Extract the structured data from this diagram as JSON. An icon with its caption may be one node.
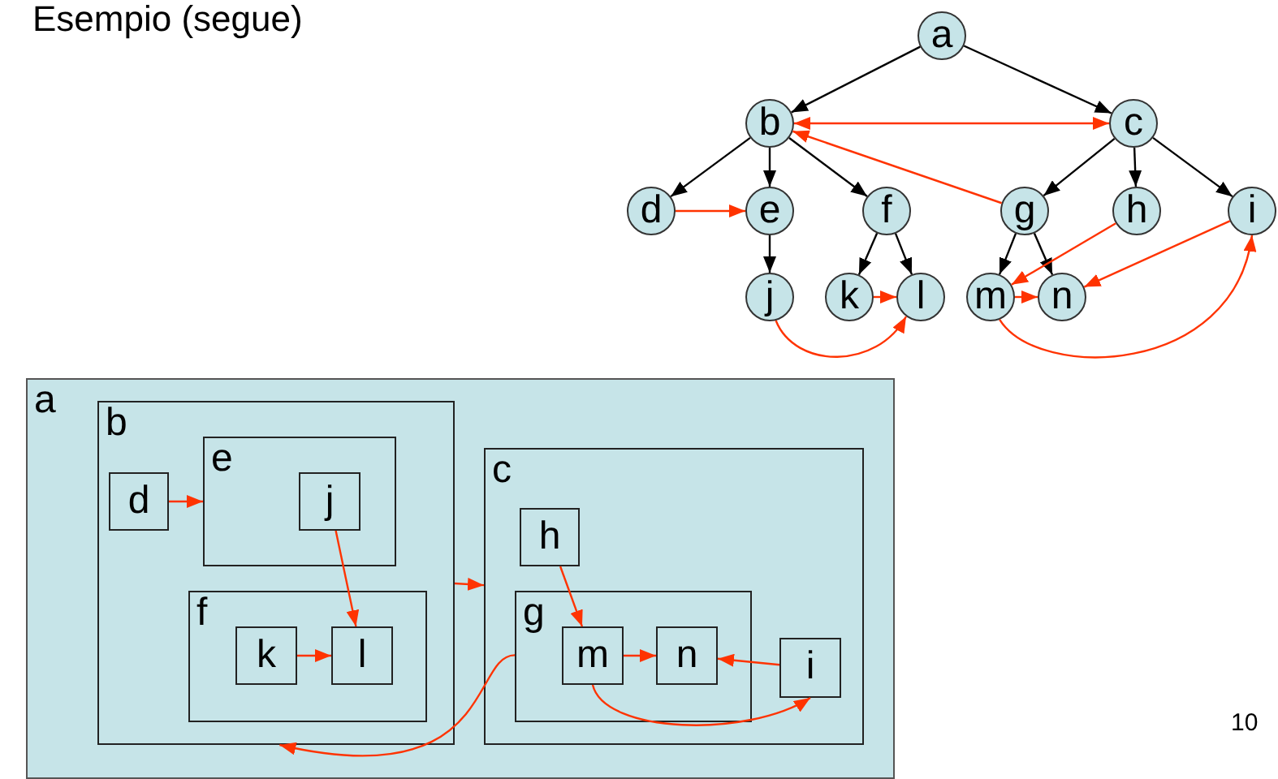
{
  "diagram": {
    "title": "Esempio (segue)",
    "nodes": [
      {
        "text": [
          "a"
        ]
      },
      {
        "text": [
          "b"
        ]
      },
      {
        "text": [
          "c"
        ]
      },
      {
        "text": [
          "d"
        ]
      },
      {
        "text": [
          "e"
        ]
      },
      {
        "text": [
          "f"
        ]
      },
      {
        "text": [
          "g"
        ]
      },
      {
        "text": [
          "h"
        ]
      },
      {
        "text": [
          "i"
        ]
      },
      {
        "text": [
          "j"
        ]
      },
      {
        "text": [
          "k"
        ]
      },
      {
        "text": [
          "l"
        ]
      },
      {
        "text": [
          "m"
        ]
      },
      {
        "text": [
          "n"
        ]
      },
      {
        "text": [
          "a"
        ]
      },
      {
        "text": [
          "b"
        ],
        "in": 14
      },
      {
        "text": [
          "d"
        ],
        "in": 15
      },
      {
        "text": [
          "e"
        ],
        "in": 15
      },
      {
        "text": [
          "j"
        ],
        "in": 17
      },
      {
        "text": [
          "f"
        ],
        "in": 15
      },
      {
        "text": [
          "k"
        ],
        "in": 19
      },
      {
        "text": [
          "l"
        ],
        "in": 19
      },
      {
        "text": [
          "c"
        ],
        "in": 14
      },
      {
        "text": [
          "h"
        ],
        "in": 22
      },
      {
        "text": [
          "g"
        ],
        "in": 22
      },
      {
        "text": [
          "m"
        ],
        "in": 24
      },
      {
        "text": [
          "n"
        ],
        "in": 24
      },
      {
        "text": [
          "i"
        ],
        "in": 22
      }
    ],
    "edges": [
      {
        "from": 0,
        "to": 1,
        "arrow": "to",
        "color": "#000000"
      },
      {
        "from": 0,
        "to": 2,
        "arrow": "to",
        "color": "#000000"
      },
      {
        "from": 1,
        "to": 3,
        "arrow": "to",
        "color": "#000000"
      },
      {
        "from": 1,
        "to": 4,
        "arrow": "to",
        "color": "#000000"
      },
      {
        "from": 1,
        "to": 5,
        "arrow": "to",
        "color": "#000000"
      },
      {
        "from": 2,
        "to": 6,
        "arrow": "to",
        "color": "#000000"
      },
      {
        "from": 2,
        "to": 7,
        "arrow": "to",
        "color": "#000000"
      },
      {
        "from": 2,
        "to": 8,
        "arrow": "to",
        "color": "#000000"
      },
      {
        "from": 4,
        "to": 9,
        "arrow": "to",
        "color": "#000000"
      },
      {
        "from": 5,
        "to": 10,
        "arrow": "to",
        "color": "#000000"
      },
      {
        "from": 5,
        "to": 11,
        "arrow": "to",
        "color": "#000000"
      },
      {
        "from": 6,
        "to": 12,
        "arrow": "to",
        "color": "#000000"
      },
      {
        "from": 6,
        "to": 13,
        "arrow": "to",
        "color": "#000000"
      },
      {
        "from": 1,
        "to": 2,
        "arrow": "both"
      },
      {
        "from": 6,
        "to": 1,
        "arrow": "to"
      },
      {
        "from": 3,
        "to": 4,
        "arrow": "to"
      },
      {
        "from": 10,
        "to": 11,
        "arrow": "to"
      },
      {
        "from": 9,
        "to": 11,
        "arrow": "to"
      },
      {
        "from": 7,
        "to": 12,
        "arrow": "to"
      },
      {
        "from": 8,
        "to": 13,
        "arrow": "to"
      },
      {
        "from": 12,
        "to": 13,
        "arrow": "to"
      },
      {
        "from": 12,
        "to": 8,
        "arrow": "to"
      },
      {
        "from": 16,
        "to": 17,
        "arrow": "to"
      },
      {
        "from": 18,
        "to": 21,
        "arrow": "to"
      },
      {
        "from": 20,
        "to": 21,
        "arrow": "to"
      },
      {
        "from": 15,
        "to": 22,
        "arrow": "to"
      },
      {
        "from": 23,
        "to": 25,
        "arrow": "to"
      },
      {
        "from": 25,
        "to": 26,
        "arrow": "to"
      },
      {
        "from": 27,
        "to": 26,
        "arrow": "to"
      },
      {
        "from": 25,
        "to": 27,
        "arrow": "to"
      },
      {
        "from": 24,
        "to": 15,
        "arrow": "to"
      }
    ],
    "labels": [
      "10"
    ]
  }
}
